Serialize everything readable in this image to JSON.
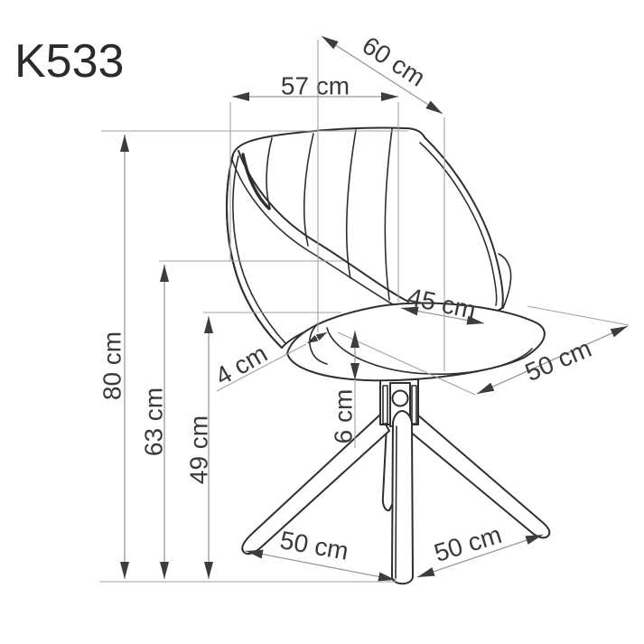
{
  "diagram": {
    "title": "K533",
    "dims": {
      "width_top": "57 cm",
      "depth_total": "60 cm",
      "height_total": "80 cm",
      "height_armrest": "63 cm",
      "height_seat": "49 cm",
      "seat_depth": "45 cm",
      "seat_width": "50 cm",
      "edge_thickness": "4 cm",
      "cushion_thickness": "6 cm",
      "base_span_left": "50 cm",
      "base_span_right": "50 cm"
    },
    "colors": {
      "background": "#ffffff",
      "outline": "#2f2f2f",
      "dimension_line": "#9a9a9a",
      "arrow": "#3d3d3d",
      "text": "#3a3a3a"
    }
  }
}
